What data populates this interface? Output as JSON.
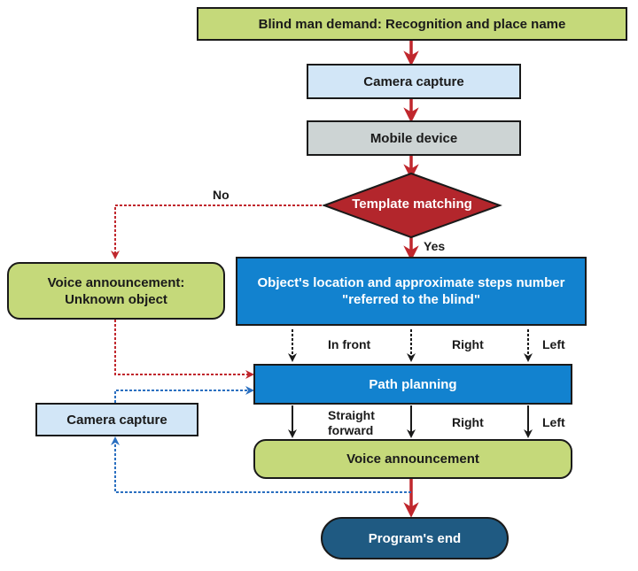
{
  "nodes": {
    "demand": "Blind man demand: Recognition and place name",
    "camera_capture_top": "Camera capture",
    "mobile_device": "Mobile device",
    "template_matching": "Template matching",
    "voice_unknown_line1": "Voice announcement:",
    "voice_unknown_line2": "Unknown object",
    "location_line1": "Object's location and approximate steps number",
    "location_line2": "\"referred to the blind\"",
    "path_planning": "Path planning",
    "camera_capture_side": "Camera capture",
    "voice_announcement": "Voice announcement",
    "program_end": "Program's end"
  },
  "edge_labels": {
    "no": "No",
    "yes": "Yes",
    "in_front": "In front",
    "right_1": "Right",
    "left_1": "Left",
    "straight_line1": "Straight",
    "straight_line2": "forward",
    "right_2": "Right",
    "left_2": "Left"
  },
  "colors": {
    "green": "#c5d97a",
    "light_blue": "#d2e6f7",
    "grey": "#cdd4d4",
    "blue": "#1282cf",
    "dark_blue": "#1f5a82",
    "diamond_red": "#b3262c",
    "arrow_red": "#c0272d",
    "arrow_blue": "#2a6fc0"
  }
}
